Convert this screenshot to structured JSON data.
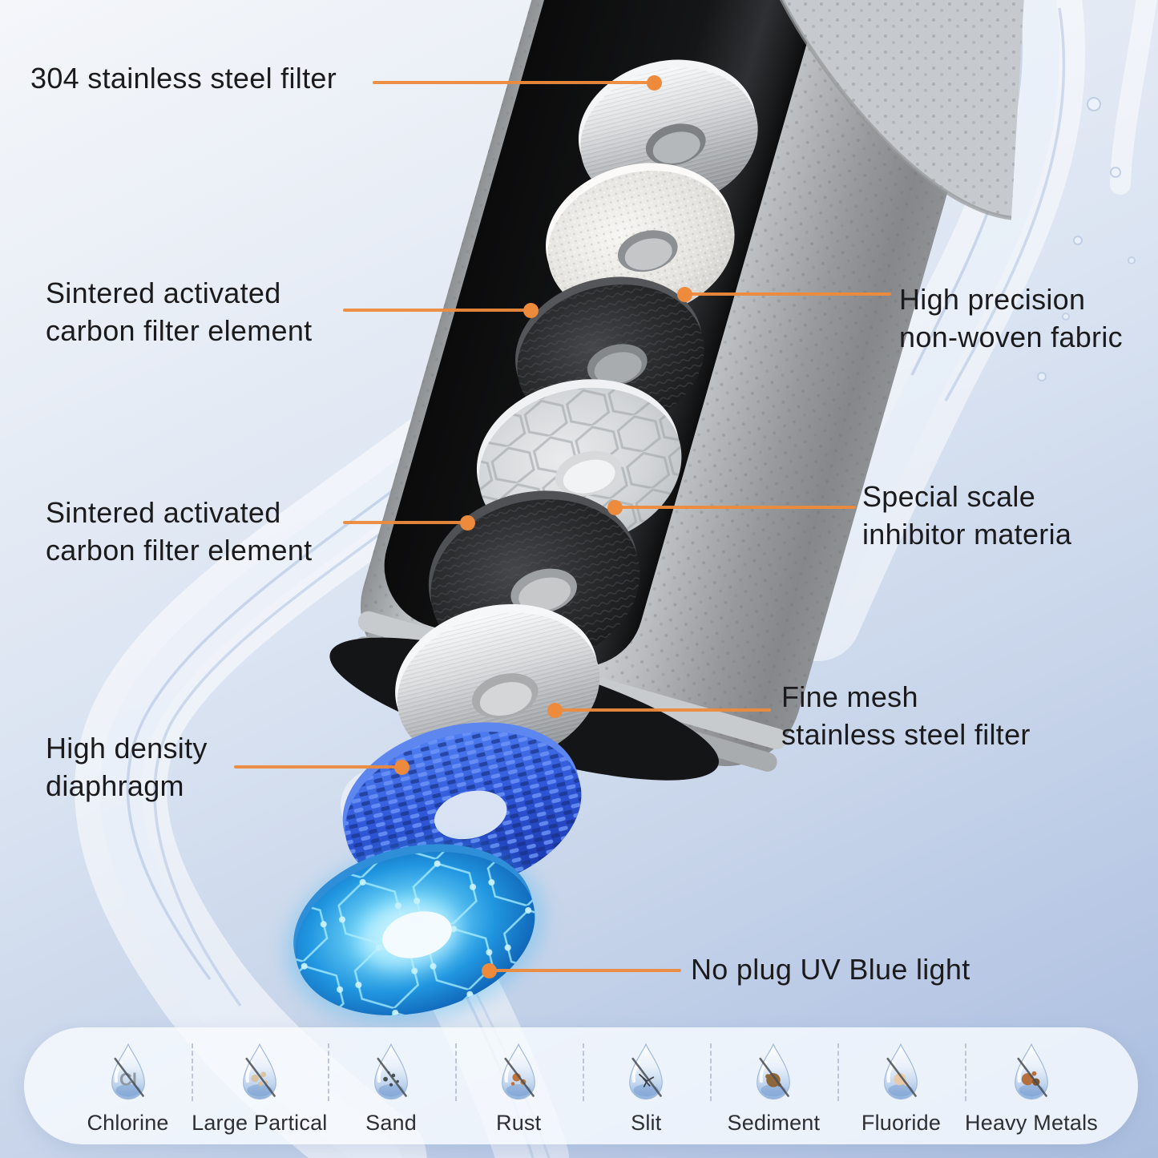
{
  "callouts": {
    "steel304": {
      "text": "304 stainless steel filter"
    },
    "carbon1": {
      "text": "Sintered activated\ncarbon filter element"
    },
    "nonwoven": {
      "text": "High precision\nnon-woven fabric"
    },
    "carbon2": {
      "text": "Sintered activated\ncarbon filter element"
    },
    "scale": {
      "text": "Special scale\ninhibitor materia"
    },
    "finemesh": {
      "text": "Fine mesh\nstainless steel filter"
    },
    "diaphragm": {
      "text": "High density\ndiaphragm"
    },
    "uv": {
      "text": "No plug UV Blue light"
    }
  },
  "contaminants": [
    {
      "label": "Chlorine",
      "symbol": "Cl",
      "speck": "#9098a2"
    },
    {
      "label": "Large Partical",
      "speck": "#d9c09a"
    },
    {
      "label": "Sand",
      "speck": "#3b3f42"
    },
    {
      "label": "Rust",
      "speck": "#c06a28"
    },
    {
      "label": "Slit",
      "speck": "#2a2d30"
    },
    {
      "label": "Sediment",
      "speck": "#8a5a28"
    },
    {
      "label": "Fluoride",
      "speck": "#ecc9a2"
    },
    {
      "label": "Heavy Metals",
      "speck": "#b4642a"
    }
  ],
  "colors": {
    "accent": "#ed8a3c"
  }
}
